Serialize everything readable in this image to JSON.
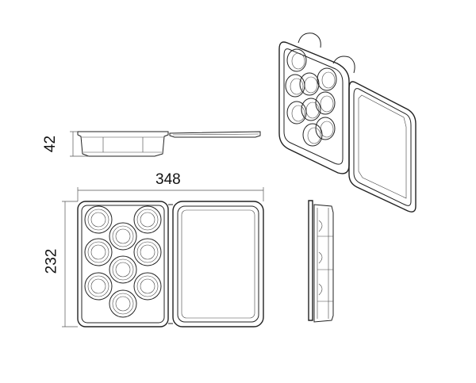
{
  "dimensions": {
    "depth": "42",
    "width": "348",
    "height": "232"
  },
  "colors": {
    "line": "#222222",
    "background": "#ffffff"
  }
}
